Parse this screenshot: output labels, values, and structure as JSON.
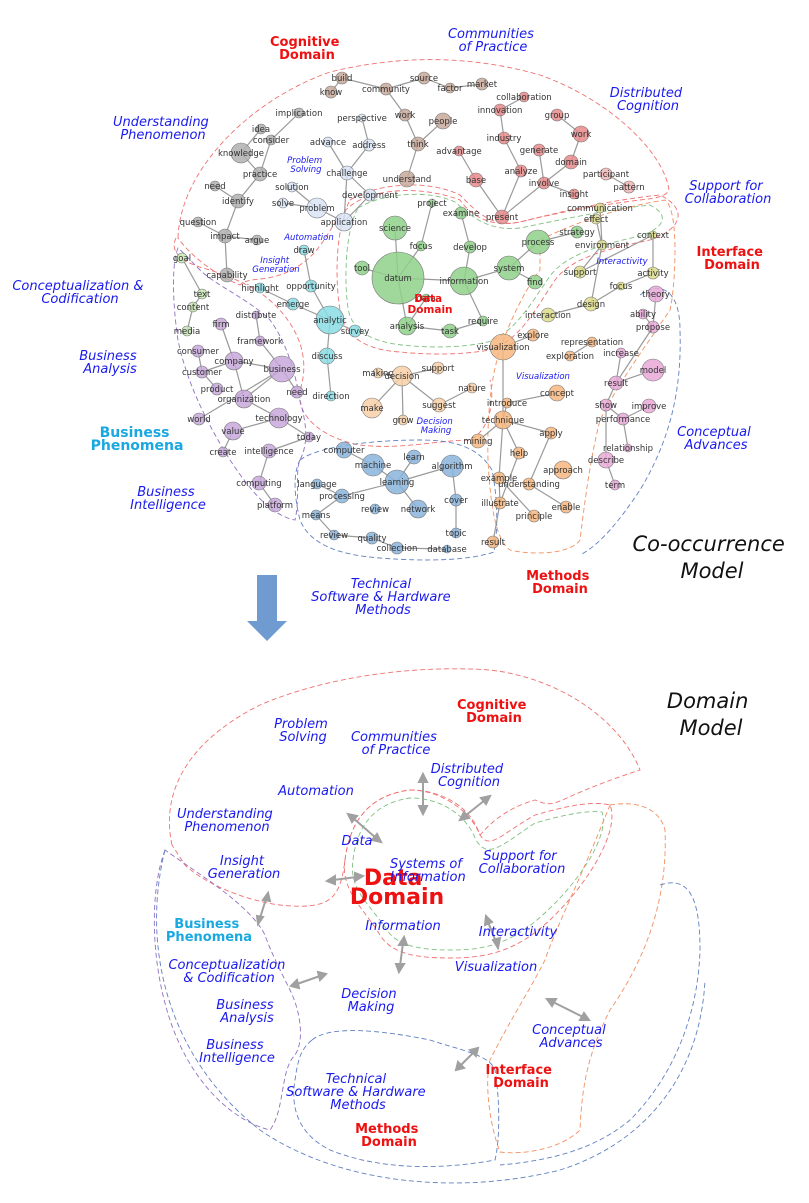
{
  "colors": {
    "cognitive_gray": "#b0b0b0",
    "cognitive_brown": "#c8a89a",
    "cognitive_red": "#e88a8a",
    "problem_blue": "#d8e4f4",
    "data_green": "#8fd08a",
    "interface_yellow": "#dcdc8a",
    "concept_pink": "#e8a8d8",
    "visual_orange": "#f6b67e",
    "decision_peach": "#f8d0a8",
    "methods_blue": "#8ab4dc",
    "business_purple": "#c8a8dc",
    "automation_cyan": "#8adce4",
    "concept_light_green": "#c8e6b4",
    "domain_red": "#ee1111",
    "sub_blue": "#1a1aee",
    "business_cyan": "#1aa8e0",
    "arrow_blue": "#6f9bd1"
  },
  "top": {
    "model_title": [
      "Co-occurrence",
      "Model"
    ],
    "domains": {
      "cognitive": [
        "Cognitive",
        "Domain"
      ],
      "data": [
        "Data",
        "Domain"
      ],
      "interface": [
        "Interface",
        "Domain"
      ],
      "methods": [
        "Methods",
        "Domain"
      ],
      "business": [
        "Business",
        "Phenomena"
      ]
    },
    "subdomains": {
      "communities": [
        "Communities",
        "of Practice"
      ],
      "distributed": [
        "Distributed",
        "Cognition"
      ],
      "understanding": [
        "Understanding",
        "Phenomenon"
      ],
      "support": [
        "Support for",
        "Collaboration"
      ],
      "conceptualization": [
        "Conceptualization &",
        "Codification"
      ],
      "business_analysis": [
        "Business",
        "Analysis"
      ],
      "business_intelligence": [
        "Business",
        "Intelligence"
      ],
      "conceptual_advances": [
        "Conceptual",
        "Advances"
      ],
      "technical": [
        "Technical",
        "Software & Hardware",
        "Methods"
      ],
      "problem_solving": [
        "Problem",
        "Solving"
      ],
      "automation": "Automation",
      "insight": [
        "Insight",
        "Generation"
      ],
      "interactivity": "Interactivity",
      "visualization": "Visualization",
      "decision": [
        "Decision",
        "Making"
      ]
    },
    "nodes": [
      {
        "label": "build",
        "group": "brown"
      },
      {
        "label": "know",
        "group": "brown"
      },
      {
        "label": "community",
        "group": "brown"
      },
      {
        "label": "source",
        "group": "brown"
      },
      {
        "label": "factor",
        "group": "brown"
      },
      {
        "label": "market",
        "group": "brown"
      },
      {
        "label": "work",
        "group": "brown"
      },
      {
        "label": "people",
        "group": "brown"
      },
      {
        "label": "think",
        "group": "brown"
      },
      {
        "label": "understand",
        "group": "brown"
      },
      {
        "label": "collaboration",
        "group": "red"
      },
      {
        "label": "innovation",
        "group": "red"
      },
      {
        "label": "group",
        "group": "red"
      },
      {
        "label": "work",
        "group": "red"
      },
      {
        "label": "industry",
        "group": "red"
      },
      {
        "label": "advantage",
        "group": "red"
      },
      {
        "label": "generate",
        "group": "red"
      },
      {
        "label": "domain",
        "group": "red"
      },
      {
        "label": "analyze",
        "group": "red"
      },
      {
        "label": "base",
        "group": "red"
      },
      {
        "label": "involve",
        "group": "red"
      },
      {
        "label": "insight",
        "group": "red"
      },
      {
        "label": "present",
        "group": "red"
      },
      {
        "label": "participant",
        "group": "lightred"
      },
      {
        "label": "pattern",
        "group": "lightred"
      },
      {
        "label": "implication",
        "group": "gray"
      },
      {
        "label": "idea",
        "group": "gray"
      },
      {
        "label": "consider",
        "group": "gray"
      },
      {
        "label": "knowledge",
        "group": "gray"
      },
      {
        "label": "practice",
        "group": "gray"
      },
      {
        "label": "need",
        "group": "gray"
      },
      {
        "label": "identify",
        "group": "gray"
      },
      {
        "label": "question",
        "group": "gray"
      },
      {
        "label": "impact",
        "group": "gray"
      },
      {
        "label": "argue",
        "group": "gray"
      },
      {
        "label": "capability",
        "group": "gray"
      },
      {
        "label": "perspective",
        "group": "paleblue"
      },
      {
        "label": "advance",
        "group": "paleblue"
      },
      {
        "label": "address",
        "group": "paleblue"
      },
      {
        "label": "challenge",
        "group": "paleblue"
      },
      {
        "label": "solution",
        "group": "paleblue"
      },
      {
        "label": "solve",
        "group": "paleblue"
      },
      {
        "label": "problem",
        "group": "paleblue"
      },
      {
        "label": "development",
        "group": "paleblue"
      },
      {
        "label": "application",
        "group": "paleblue"
      },
      {
        "label": "project",
        "group": "green"
      },
      {
        "label": "examine",
        "group": "green"
      },
      {
        "label": "science",
        "group": "green"
      },
      {
        "label": "focus",
        "group": "green"
      },
      {
        "label": "develop",
        "group": "green"
      },
      {
        "label": "process",
        "group": "green"
      },
      {
        "label": "strategy",
        "group": "green"
      },
      {
        "label": "tool",
        "group": "green"
      },
      {
        "label": "datum",
        "group": "green"
      },
      {
        "label": "information",
        "group": "green"
      },
      {
        "label": "system",
        "group": "green"
      },
      {
        "label": "find",
        "group": "green"
      },
      {
        "label": "data",
        "group": "green"
      },
      {
        "label": "analysis",
        "group": "green"
      },
      {
        "label": "task",
        "group": "green"
      },
      {
        "label": "require",
        "group": "green"
      },
      {
        "label": "communication",
        "group": "yellow"
      },
      {
        "label": "effect",
        "group": "yellow"
      },
      {
        "label": "environment",
        "group": "yellow"
      },
      {
        "label": "context",
        "group": "yellow"
      },
      {
        "label": "support",
        "group": "yellow"
      },
      {
        "label": "activity",
        "group": "yellow"
      },
      {
        "label": "focus",
        "group": "yellow"
      },
      {
        "label": "design",
        "group": "yellow"
      },
      {
        "label": "interaction",
        "group": "yellow"
      },
      {
        "label": "theory",
        "group": "pink"
      },
      {
        "label": "ability",
        "group": "pink"
      },
      {
        "label": "propose",
        "group": "pink"
      },
      {
        "label": "increase",
        "group": "pink"
      },
      {
        "label": "model",
        "group": "pink"
      },
      {
        "label": "result",
        "group": "pink"
      },
      {
        "label": "show",
        "group": "pink"
      },
      {
        "label": "improve",
        "group": "pink"
      },
      {
        "label": "performance",
        "group": "pink"
      },
      {
        "label": "relationship",
        "group": "pink"
      },
      {
        "label": "describe",
        "group": "pink"
      },
      {
        "label": "term",
        "group": "pink"
      },
      {
        "label": "visualization",
        "group": "orange"
      },
      {
        "label": "explore",
        "group": "orange"
      },
      {
        "label": "representation",
        "group": "orange"
      },
      {
        "label": "exploration",
        "group": "orange"
      },
      {
        "label": "concept",
        "group": "orange"
      },
      {
        "label": "introduce",
        "group": "orange"
      },
      {
        "label": "technique",
        "group": "orange"
      },
      {
        "label": "apply",
        "group": "orange"
      },
      {
        "label": "mining",
        "group": "orange"
      },
      {
        "label": "help",
        "group": "orange"
      },
      {
        "label": "approach",
        "group": "orange"
      },
      {
        "label": "example",
        "group": "orange"
      },
      {
        "label": "understanding",
        "group": "orange"
      },
      {
        "label": "illustrate",
        "group": "orange"
      },
      {
        "label": "principle",
        "group": "orange"
      },
      {
        "label": "enable",
        "group": "orange"
      },
      {
        "label": "result",
        "group": "orange"
      },
      {
        "label": "making",
        "group": "peach"
      },
      {
        "label": "support",
        "group": "peach"
      },
      {
        "label": "decision",
        "group": "peach"
      },
      {
        "label": "nature",
        "group": "peach"
      },
      {
        "label": "make",
        "group": "peach"
      },
      {
        "label": "suggest",
        "group": "peach"
      },
      {
        "label": "grow",
        "group": "peach"
      },
      {
        "label": "computer",
        "group": "blue"
      },
      {
        "label": "learn",
        "group": "blue"
      },
      {
        "label": "machine",
        "group": "blue"
      },
      {
        "label": "algorithm",
        "group": "blue"
      },
      {
        "label": "learning",
        "group": "blue"
      },
      {
        "label": "language",
        "group": "blue"
      },
      {
        "label": "processing",
        "group": "blue"
      },
      {
        "label": "review",
        "group": "blue"
      },
      {
        "label": "network",
        "group": "blue"
      },
      {
        "label": "cover",
        "group": "blue"
      },
      {
        "label": "means",
        "group": "blue"
      },
      {
        "label": "topic",
        "group": "blue"
      },
      {
        "label": "review",
        "group": "blue"
      },
      {
        "label": "quality",
        "group": "blue"
      },
      {
        "label": "collection",
        "group": "blue"
      },
      {
        "label": "database",
        "group": "blue"
      },
      {
        "label": "draw",
        "group": "cyan"
      },
      {
        "label": "opportunity",
        "group": "cyan"
      },
      {
        "label": "highlight",
        "group": "cyan"
      },
      {
        "label": "emerge",
        "group": "cyan"
      },
      {
        "label": "analytic",
        "group": "cyan"
      },
      {
        "label": "survey",
        "group": "cyan"
      },
      {
        "label": "discuss",
        "group": "cyan"
      },
      {
        "label": "direction",
        "group": "cyan"
      },
      {
        "label": "goal",
        "group": "lightgreen"
      },
      {
        "label": "text",
        "group": "lightgreen"
      },
      {
        "label": "content",
        "group": "lightgreen"
      },
      {
        "label": "media",
        "group": "lightgreen"
      },
      {
        "label": "distribute",
        "group": "purple"
      },
      {
        "label": "firm",
        "group": "purple"
      },
      {
        "label": "framework",
        "group": "purple"
      },
      {
        "label": "consumer",
        "group": "purple"
      },
      {
        "label": "company",
        "group": "purple"
      },
      {
        "label": "business",
        "group": "purple"
      },
      {
        "label": "customer",
        "group": "purple"
      },
      {
        "label": "product",
        "group": "purple"
      },
      {
        "label": "need",
        "group": "purple"
      },
      {
        "label": "organization",
        "group": "purple"
      },
      {
        "label": "technology",
        "group": "purple"
      },
      {
        "label": "world",
        "group": "purple"
      },
      {
        "label": "value",
        "group": "purple"
      },
      {
        "label": "today",
        "group": "purple"
      },
      {
        "label": "create",
        "group": "purple"
      },
      {
        "label": "intelligence",
        "group": "purple"
      },
      {
        "label": "computing",
        "group": "purple"
      },
      {
        "label": "platform",
        "group": "purple"
      }
    ]
  },
  "bottom": {
    "model_title": [
      "Domain",
      "Model"
    ],
    "domains": {
      "cognitive": [
        "Cognitive",
        "Domain"
      ],
      "data": [
        "Data",
        "Domain"
      ],
      "interface": [
        "Interface",
        "Domain"
      ],
      "methods": [
        "Methods",
        "Domain"
      ],
      "business": [
        "Business",
        "Phenomena"
      ]
    },
    "subdomains": {
      "problem_solving": [
        "Problem",
        "Solving"
      ],
      "communities": [
        "Communities",
        "of Practice"
      ],
      "distributed": [
        "Distributed",
        "Cognition"
      ],
      "automation": "Automation",
      "understanding": [
        "Understanding",
        "Phenomenon"
      ],
      "data": "Data",
      "insight": [
        "Insight",
        "Generation"
      ],
      "systems": [
        "Systems of",
        "Information"
      ],
      "support": [
        "Support for",
        "Collaboration"
      ],
      "information": "Information",
      "interactivity": "Interactivity",
      "conceptualization": [
        "Conceptualization",
        "& Codification"
      ],
      "visualization": "Visualization",
      "decision": [
        "Decision",
        "Making"
      ],
      "business_analysis": [
        "Business",
        "Analysis"
      ],
      "conceptual_advances": [
        "Conceptual",
        "Advances"
      ],
      "business_intelligence": [
        "Business",
        "Intelligence"
      ],
      "technical": [
        "Technical",
        "Software & Hardware",
        "Methods"
      ]
    }
  }
}
